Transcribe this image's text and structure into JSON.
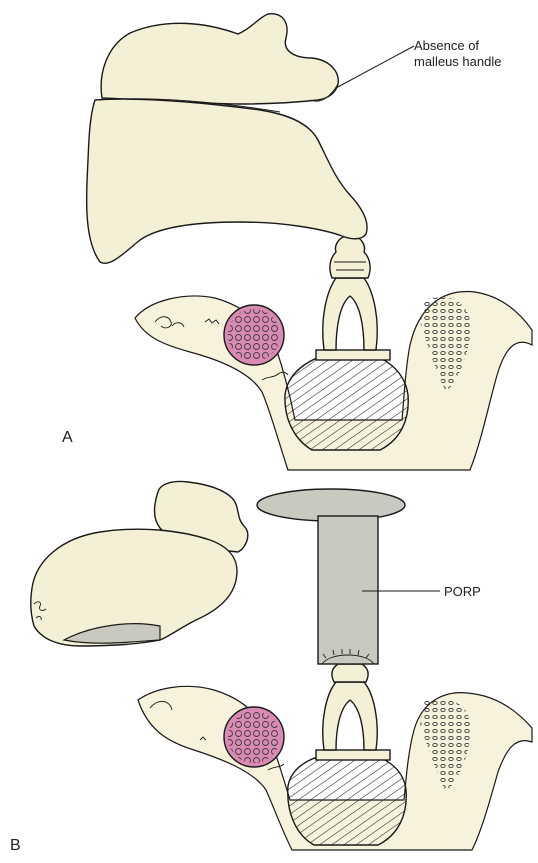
{
  "figure": {
    "callouts": {
      "absence_line1": "Absence of",
      "absence_line2": "malleus handle",
      "porp": "PORP"
    },
    "panel_labels": {
      "a": "A",
      "b": "B"
    }
  }
}
